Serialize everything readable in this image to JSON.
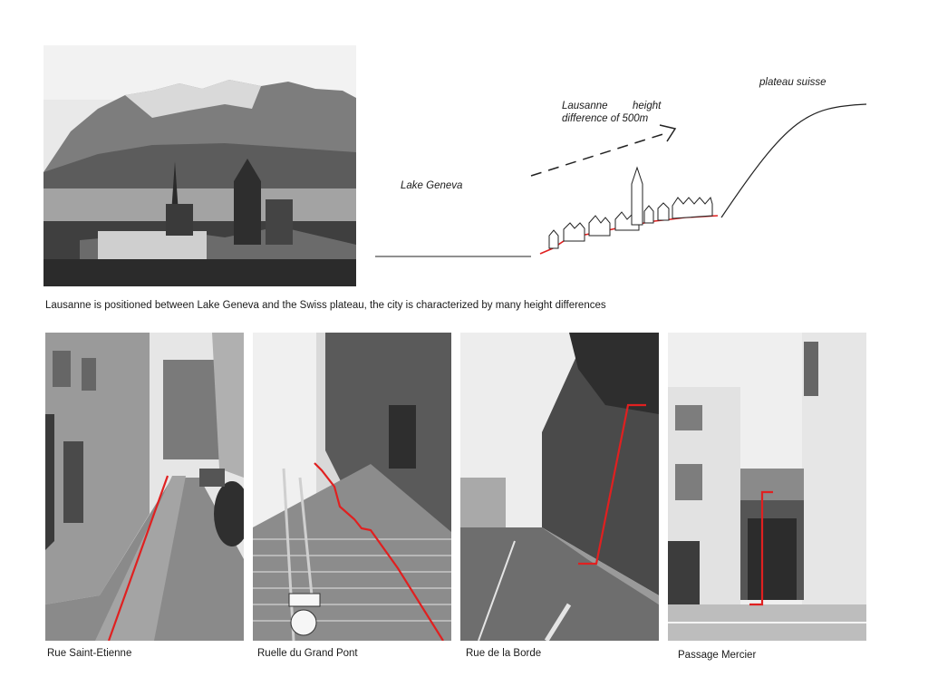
{
  "intro_caption": "Lausanne is positioned between Lake Geneva and the Swiss plateau, the city is characterized by many height differences",
  "section_diagram": {
    "lake_label": "Lake Geneva",
    "lausanne_label": "Lausanne",
    "height_label": "height",
    "difference_label": "difference of 500m",
    "plateau_label": "plateau suisse",
    "highlight_color": "#e02020"
  },
  "photos": [
    {
      "caption": "Rue Saint-Etienne"
    },
    {
      "caption": "Ruelle du Grand Pont"
    },
    {
      "caption": "Rue de la Borde"
    },
    {
      "caption": "Passage Mercier"
    }
  ]
}
